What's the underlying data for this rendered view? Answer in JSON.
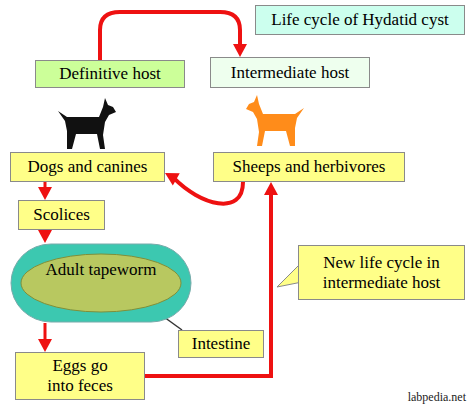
{
  "diagram": {
    "title": "Life cycle of Hydatid cyst",
    "nodes": [
      {
        "text": [
          "Definitive host"
        ]
      },
      {
        "text": [
          "Intermediate host"
        ]
      },
      {
        "text": [
          "Dogs and canines"
        ]
      },
      {
        "text": [
          "Sheeps and herbivores"
        ]
      },
      {
        "text": [
          "Scolices"
        ]
      },
      {
        "text": [
          "New life cycle in intermediate host"
        ]
      },
      {
        "text": [
          "Adult tapeworm"
        ]
      },
      {
        "text": [
          "Intestine"
        ]
      },
      {
        "text": [
          "Eggs go into feces"
        ]
      }
    ],
    "edges": [
      {
        "from": 0,
        "to": 1,
        "arrow": "to"
      },
      {
        "from": 3,
        "to": 2,
        "arrow": "to"
      },
      {
        "from": 2,
        "to": 4,
        "arrow": "to"
      },
      {
        "from": 4,
        "to": 6,
        "arrow": "to"
      },
      {
        "from": 6,
        "to": 8,
        "arrow": "to"
      },
      {
        "from": 8,
        "to": 3,
        "arrow": "to"
      },
      {
        "from": 7,
        "to": 6,
        "arrow": "none"
      }
    ],
    "labels": [
      "labpedia.net"
    ]
  }
}
